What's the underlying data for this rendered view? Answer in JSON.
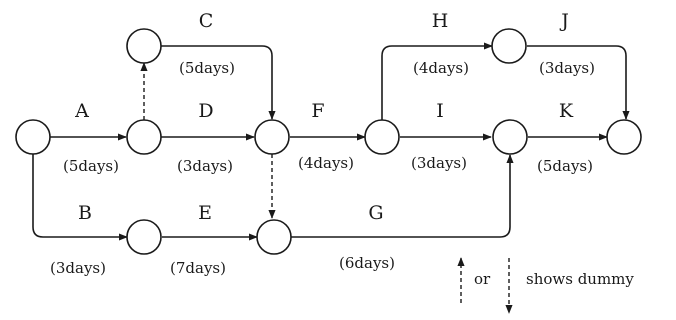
{
  "activities": [
    {
      "id": "A",
      "label": "A",
      "duration": "(5days)"
    },
    {
      "id": "B",
      "label": "B",
      "duration": "(3days)"
    },
    {
      "id": "C",
      "label": "C",
      "duration": "(5days)"
    },
    {
      "id": "D",
      "label": "D",
      "duration": "(3days)"
    },
    {
      "id": "E",
      "label": "E",
      "duration": "(7days)"
    },
    {
      "id": "F",
      "label": "F",
      "duration": "(4days)"
    },
    {
      "id": "G",
      "label": "G",
      "duration": "(6days)"
    },
    {
      "id": "H",
      "label": "H",
      "duration": "(4days)"
    },
    {
      "id": "I",
      "label": "I",
      "duration": "(3days)"
    },
    {
      "id": "J",
      "label": "J",
      "duration": "(3days)"
    },
    {
      "id": "K",
      "label": "K",
      "duration": "(5days)"
    }
  ],
  "legend": {
    "or": "or",
    "text": "shows dummy"
  }
}
